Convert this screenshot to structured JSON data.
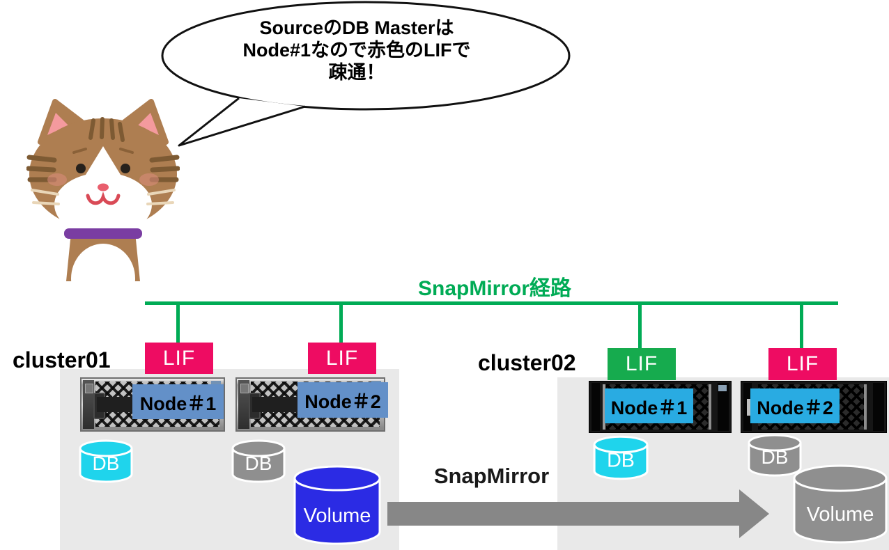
{
  "speech_bubble": {
    "lines": [
      "SourceのDB Masterは",
      "Node#1なので赤色のLIFで",
      "疎通！"
    ]
  },
  "route": {
    "label": "SnapMirror経路",
    "color": "#00ab55"
  },
  "transfer": {
    "label": "SnapMirror",
    "arrow_color": "#878787"
  },
  "colors": {
    "panel_bg": "#e9e9e9",
    "lif_pink": "#ee0c62",
    "lif_green": "#16ab4e"
  },
  "cluster01": {
    "label": "cluster01",
    "nodes": [
      {
        "name": "Node＃1",
        "lif_label": "LIF",
        "lif_color": "#ee0c62",
        "node_color": "#6390c8"
      },
      {
        "name": "Node＃2",
        "lif_label": "LIF",
        "lif_color": "#ee0c62",
        "node_color": "#6390c8"
      }
    ],
    "databases": [
      {
        "label": "DB",
        "color": "#1fd4ec"
      },
      {
        "label": "DB",
        "color": "#8f8f8f"
      }
    ],
    "volume": {
      "label": "Volume",
      "color": "#2b2be4"
    }
  },
  "cluster02": {
    "label": "cluster02",
    "nodes": [
      {
        "name": "Node＃1",
        "lif_label": "LIF",
        "lif_color": "#16ab4e",
        "node_color": "#29abe2"
      },
      {
        "name": "Node＃2",
        "lif_label": "LIF",
        "lif_color": "#ee0c62",
        "node_color": "#29abe2"
      }
    ],
    "databases": [
      {
        "label": "DB",
        "color": "#1fd4ec"
      },
      {
        "label": "DB",
        "color": "#8f8f8f"
      }
    ],
    "volume": {
      "label": "Volume",
      "color": "#8f8f8f"
    }
  }
}
